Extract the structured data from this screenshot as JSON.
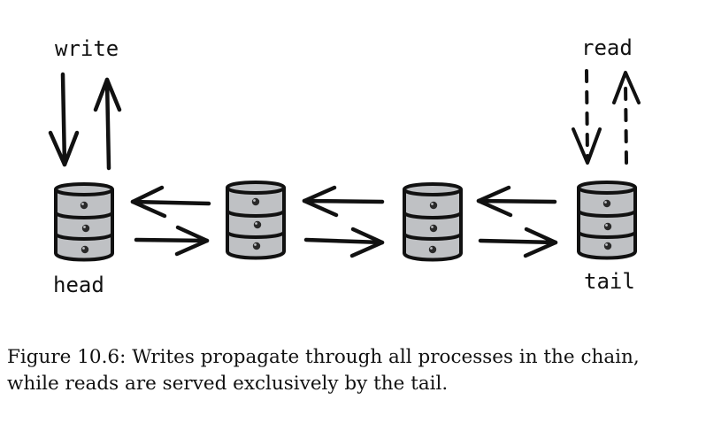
{
  "labels": {
    "write": "write",
    "read": "read",
    "head": "head",
    "tail": "tail"
  },
  "caption": {
    "line1": "Figure 10.6: Writes propagate through all processes in the chain,",
    "line2": "while reads are served exclusively by the tail."
  },
  "colors": {
    "ink": "#111111",
    "drum_fill": "#bfc1c4",
    "background": "#ffffff"
  }
}
